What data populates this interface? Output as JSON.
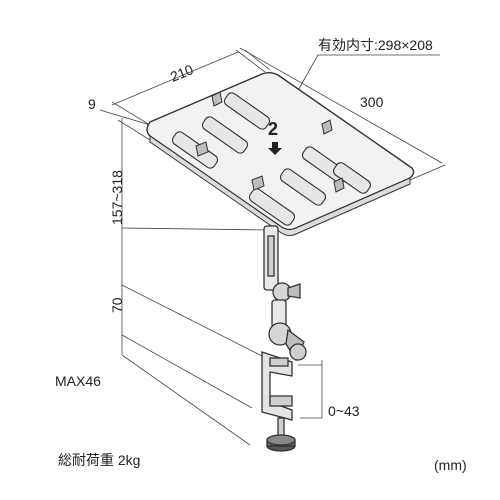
{
  "diagram": {
    "labels": {
      "effective_size": "有効内寸:298×208",
      "width": "210",
      "depth": "300",
      "thickness": "9",
      "height_range": "157~318",
      "arm_length": "70",
      "clamp_max": "MAX46",
      "clamp_range": "0~43",
      "load_capacity": "総耐荷重 2kg",
      "unit": "(mm)",
      "marker": "2"
    }
  }
}
